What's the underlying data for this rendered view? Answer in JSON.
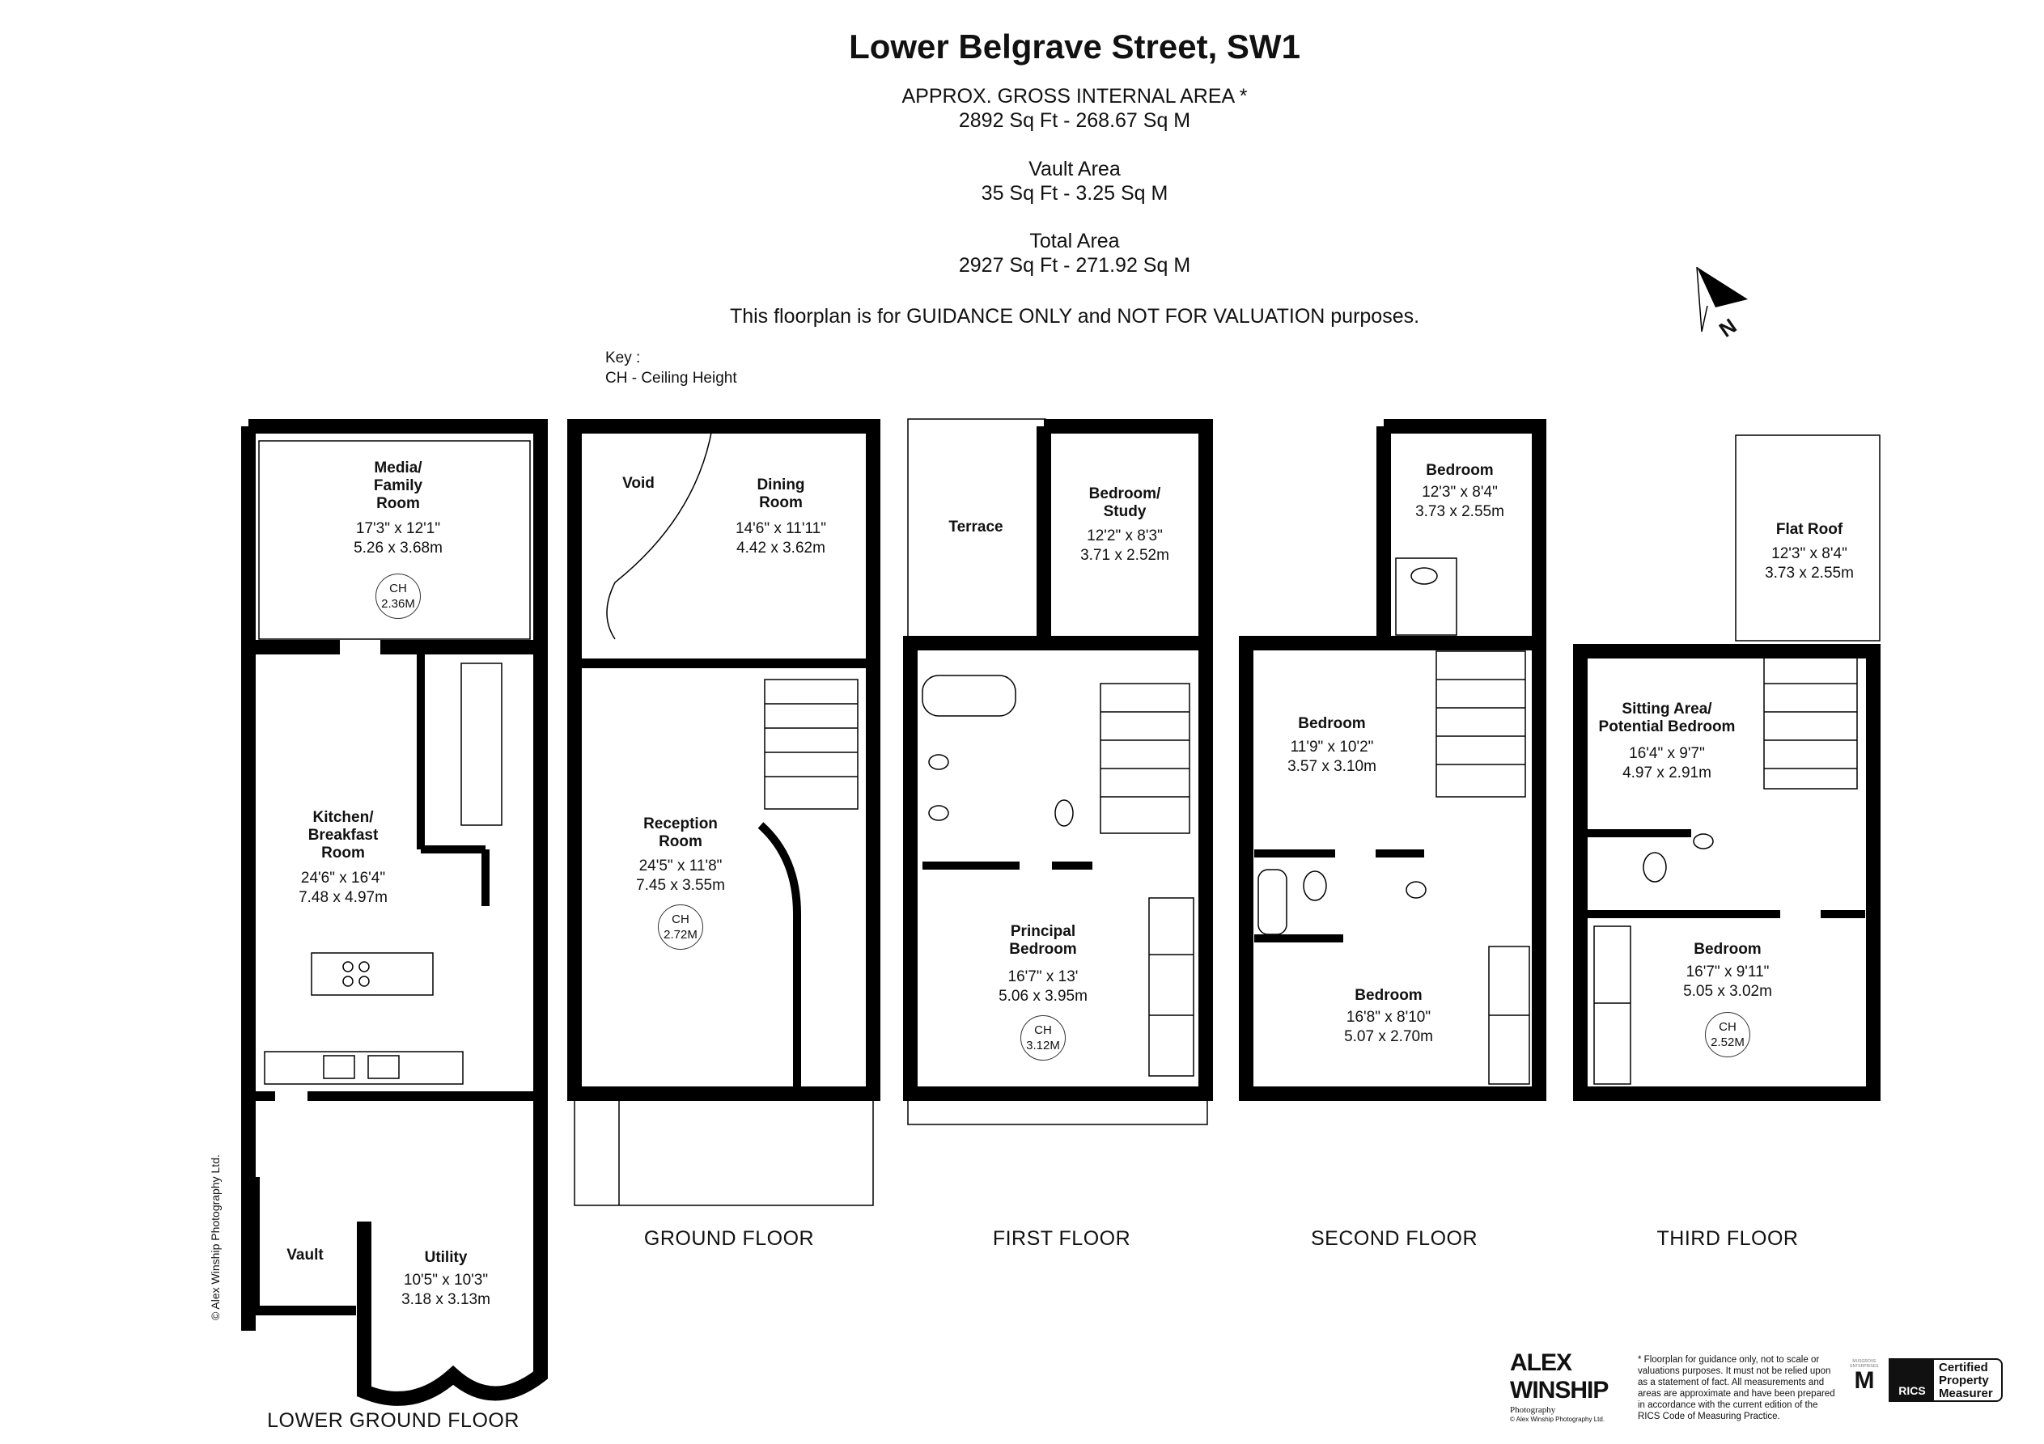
{
  "title": "Lower Belgrave Street, SW1",
  "areas": {
    "gia_label": "APPROX. GROSS INTERNAL  AREA *",
    "gia_value": "2892 Sq Ft  -  268.67 Sq M",
    "vault_label": "Vault Area",
    "vault_value": "35 Sq Ft  -  3.25 Sq M",
    "total_label": "Total Area",
    "total_value": "2927 Sq Ft  -  271.92 Sq M",
    "guidance": "This floorplan is for GUIDANCE ONLY and NOT FOR VALUATION purposes."
  },
  "key": {
    "title": "Key :",
    "item": "CH - Ceiling Height"
  },
  "compass": {
    "label": "N",
    "icon": "north-arrow-icon"
  },
  "floors": {
    "lower_ground": {
      "label": "LOWER GROUND FLOOR",
      "rooms": [
        {
          "name": [
            "Media/",
            "Family",
            "Room"
          ],
          "imperial": "17'3\" x 12'1\"",
          "metric": "5.26 x 3.68m",
          "ch": [
            "CH",
            "2.36M"
          ]
        },
        {
          "name": [
            "Kitchen/",
            "Breakfast",
            "Room"
          ],
          "imperial": "24'6\" x 16'4\"",
          "metric": "7.48 x 4.97m"
        },
        {
          "name": [
            "Vault"
          ]
        },
        {
          "name": [
            "Utility"
          ],
          "imperial": "10'5\" x 10'3\"",
          "metric": "3.18 x 3.13m"
        }
      ]
    },
    "ground": {
      "label": "GROUND FLOOR",
      "rooms": [
        {
          "name": [
            "Void"
          ]
        },
        {
          "name": [
            "Dining",
            "Room"
          ],
          "imperial": "14'6\" x 11'11\"",
          "metric": "4.42 x 3.62m"
        },
        {
          "name": [
            "Reception",
            "Room"
          ],
          "imperial": "24'5\" x 11'8\"",
          "metric": "7.45 x 3.55m",
          "ch": [
            "CH",
            "2.72M"
          ]
        }
      ]
    },
    "first": {
      "label": "FIRST FLOOR",
      "rooms": [
        {
          "name": [
            "Terrace"
          ]
        },
        {
          "name": [
            "Bedroom/",
            "Study"
          ],
          "imperial": "12'2\" x 8'3\"",
          "metric": "3.71 x 2.52m"
        },
        {
          "name": [
            "Principal",
            "Bedroom"
          ],
          "imperial": "16'7\" x 13'",
          "metric": "5.06 x 3.95m",
          "ch": [
            "CH",
            "3.12M"
          ]
        }
      ]
    },
    "second": {
      "label": "SECOND FLOOR",
      "rooms": [
        {
          "name": [
            "Bedroom"
          ],
          "imperial": "12'3\" x 8'4\"",
          "metric": "3.73 x 2.55m"
        },
        {
          "name": [
            "Bedroom"
          ],
          "imperial": "11'9\" x 10'2\"",
          "metric": "3.57 x 3.10m"
        },
        {
          "name": [
            "Bedroom"
          ],
          "imperial": "16'8\" x 8'10\"",
          "metric": "5.07 x 2.70m"
        }
      ]
    },
    "third": {
      "label": "THIRD FLOOR",
      "rooms": [
        {
          "name": [
            "Flat Roof"
          ],
          "imperial": "12'3\" x 8'4\"",
          "metric": "3.73 x 2.55m"
        },
        {
          "name": [
            "Sitting Area/",
            "Potential Bedroom"
          ],
          "imperial": "16'4\" x 9'7\"",
          "metric": "4.97 x 2.91m"
        },
        {
          "name": [
            "Bedroom"
          ],
          "imperial": "16'7\" x 9'11\"",
          "metric": "5.05 x 3.02m",
          "ch": [
            "CH",
            "2.52M"
          ]
        }
      ]
    }
  },
  "copyright": "© Alex Winship Photography Ltd.",
  "footer": {
    "logo": [
      "ALEX",
      "WINSHIP",
      "Photography",
      "© Alex Winship Photography Ltd."
    ],
    "disclaimer": "* Floorplan for guidance only, not to scale or valuations purposes. It must not be relied upon as a statement of fact. All measurements and areas are approximate and have been prepared in accordance with the current edition of the RICS Code of Measuring Practice.",
    "mm_logo": [
      "MUSGROVE ENTERPRISES",
      "M"
    ],
    "rics": [
      "RICS",
      "Certified",
      "Property",
      "Measurer"
    ]
  }
}
